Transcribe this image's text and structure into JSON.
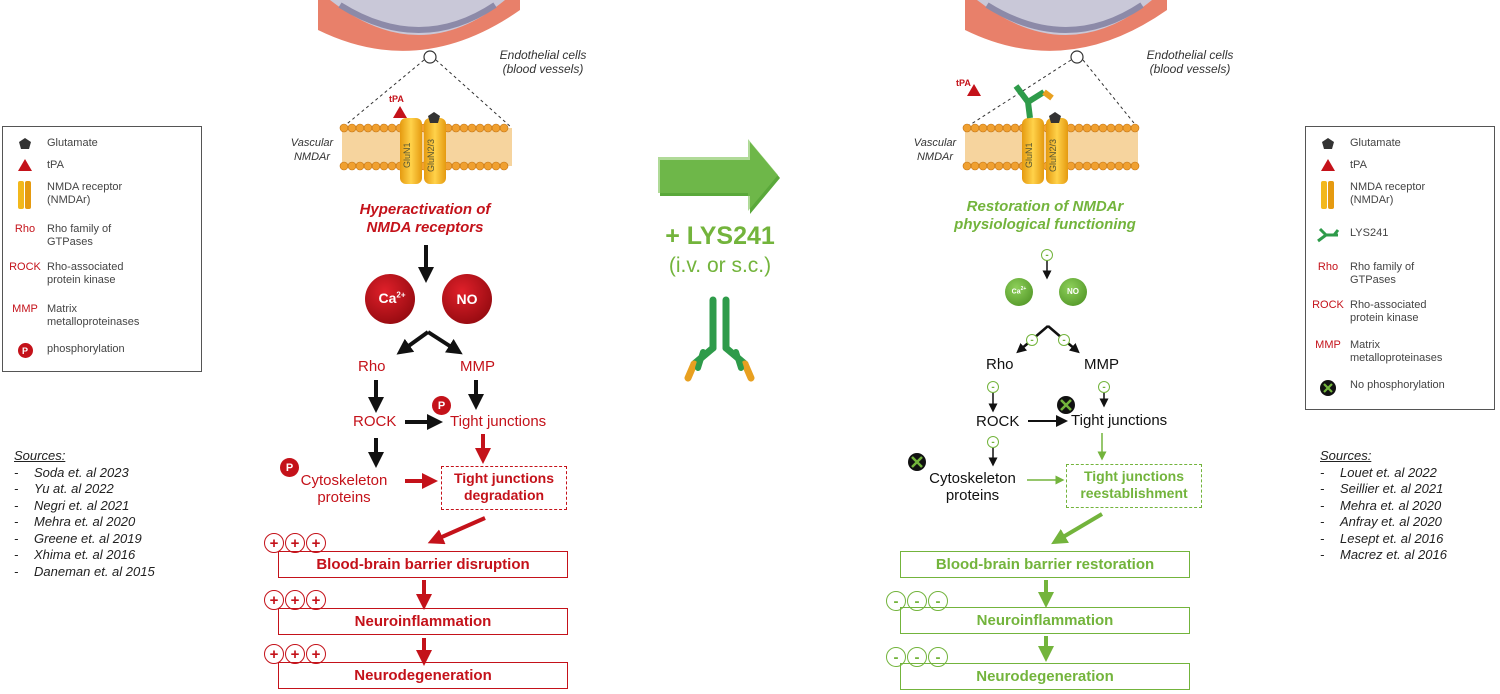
{
  "legend_left": {
    "items": [
      {
        "key": "",
        "icon": "glutamate-icon",
        "text": "Glutamate"
      },
      {
        "key": "",
        "icon": "tpa-icon",
        "text": "tPA"
      },
      {
        "key": "",
        "icon": "nmda-receptor-icon",
        "text": "NMDA receptor (NMDAr)"
      },
      {
        "key": "Rho",
        "icon": "",
        "text": "Rho family of GTPases"
      },
      {
        "key": "ROCK",
        "icon": "",
        "text": "Rho-associated protein kinase"
      },
      {
        "key": "MMP",
        "icon": "",
        "text": "Matrix metalloproteinases"
      },
      {
        "key": "",
        "icon": "phosphorylation-icon",
        "icon_text": "P",
        "text": "phosphorylation"
      }
    ]
  },
  "legend_right": {
    "items": [
      {
        "key": "",
        "icon": "glutamate-icon",
        "text": "Glutamate"
      },
      {
        "key": "",
        "icon": "tpa-icon",
        "text": "tPA"
      },
      {
        "key": "",
        "icon": "nmda-receptor-icon",
        "text": "NMDA receptor (NMDAr)"
      },
      {
        "key": "",
        "icon": "lys241-antibody-icon",
        "text": "LYS241"
      },
      {
        "key": "Rho",
        "icon": "",
        "text": "Rho family of GTPases"
      },
      {
        "key": "ROCK",
        "icon": "",
        "text": "Rho-associated protein kinase"
      },
      {
        "key": "MMP",
        "icon": "",
        "text": "Matrix metalloproteinases"
      },
      {
        "key": "",
        "icon": "no-phosphorylation-icon",
        "text": "No phosphorylation"
      }
    ]
  },
  "sources_left": {
    "title": "Sources:",
    "items": [
      "Soda et. al 2023",
      "Yu at. al 2022",
      "Negri et. al 2021",
      "Mehra et. al 2020",
      "Greene et. al  2019",
      "Xhima et. al 2016",
      "Daneman et. al 2015"
    ]
  },
  "sources_right": {
    "title": "Sources:",
    "items": [
      "Louet et. al 2022",
      "Seillier et. al 2021",
      "Mehra et. al 2020",
      "Anfray et. al 2020",
      "Lesept et. al 2016",
      "Macrez et. al 2016"
    ]
  },
  "left_diagram": {
    "endothelial_label": "Endothelial cells\n(blood vessels)",
    "vascular_label": "Vascular\nNMDAr",
    "tpa_label": "tPA",
    "glun1": "GluN1",
    "glun2": "GluN2/3",
    "title": "Hyperactivation of\nNMDA receptors",
    "ca": "Ca",
    "ca_sup": "2+",
    "no": "NO",
    "rho": "Rho",
    "mmp": "MMP",
    "rock": "ROCK",
    "p_symbol": "P",
    "tight_junctions": "Tight junctions",
    "cytoskeleton": "Cytoskeleton\nproteins",
    "degradation": "Tight junctions\ndegradation",
    "plus": "+",
    "bbb": "Blood-brain barrier disruption",
    "neuroinflammation": "Neuroinflammation",
    "neurodegeneration": "Neurodegeneration"
  },
  "center": {
    "treatment": "+ LYS241",
    "route": "(i.v. or s.c.)"
  },
  "right_diagram": {
    "endothelial_label": "Endothelial cells\n(blood vessels)",
    "vascular_label": "Vascular\nNMDAr",
    "tpa_label": "tPA",
    "glun1": "GluN1",
    "glun2": "GluN2/3",
    "title": "Restoration of NMDAr\nphysiological functioning",
    "ca": "Ca",
    "ca_sup": "2+",
    "no": "NO",
    "rho": "Rho",
    "mmp": "MMP",
    "rock": "ROCK",
    "minus": "-",
    "tight_junctions": "Tight junctions",
    "cytoskeleton": "Cytoskeleton\nproteins",
    "reestablishment": "Tight junctions\nreestablishment",
    "bbb": "Blood-brain barrier restoration",
    "neuroinflammation": "Neuroinflammation",
    "neurodegeneration": "Neurodegeneration"
  },
  "colors": {
    "red": "#c4121a",
    "green": "#73b43c",
    "arrow_green": "#5aa83a",
    "receptor": "#f2b81c"
  }
}
